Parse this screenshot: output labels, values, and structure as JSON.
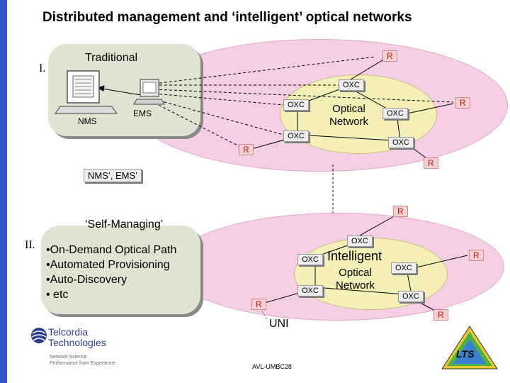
{
  "title": "Distributed management and ‘intelligent’ optical networks",
  "section1": {
    "roman": "I.",
    "panel_label": "Traditional",
    "nms_label": "NMS",
    "ems_label": "EMS",
    "network_label_line1": "Optical",
    "network_label_line2": "Network",
    "oxc": "OXC",
    "r": "R",
    "nms_ems_prime": "NMS’, EMS’"
  },
  "section2": {
    "roman": "II.",
    "panel_label": "‘Self-Managing’",
    "bullets": [
      "•On-Demand Optical Path",
      "•Automated Provisioning",
      "•Auto-Discovery",
      "• etc"
    ],
    "intelligent": "Intelligent",
    "network_label_line1": "Optical",
    "network_label_line2": "Network",
    "oxc": "OXC",
    "r": "R",
    "uni": "UNI"
  },
  "footer": {
    "company_line1": "Telcordia",
    "company_line2": "Technologies",
    "tagline_line1": "Network Science",
    "tagline_line2": "Performance from Experience",
    "center": "AVL-UMBC28",
    "lts": "LTS"
  },
  "colors": {
    "stripe": "#3355cc",
    "oval": "#f6cfe6",
    "network": "#f3efb6",
    "panel": "#dfe3d0",
    "r_text": "#c01818"
  }
}
